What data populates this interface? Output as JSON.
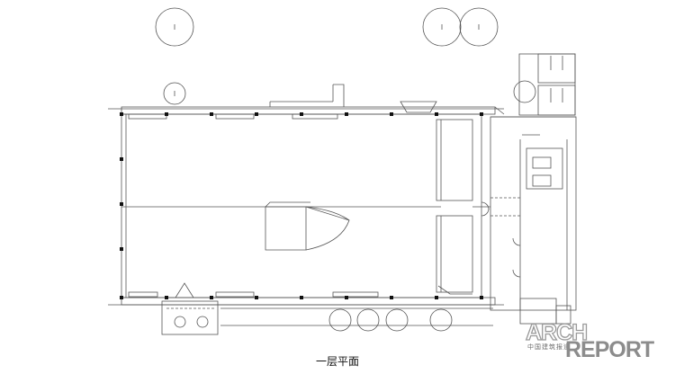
{
  "caption": "一层平面",
  "logo": {
    "line1": "ARCH",
    "sub": "中国建筑报道",
    "line2": "REPORT"
  },
  "colors": {
    "line": "#555555",
    "column": "#111111",
    "logo_text": "#8c8c8c"
  }
}
